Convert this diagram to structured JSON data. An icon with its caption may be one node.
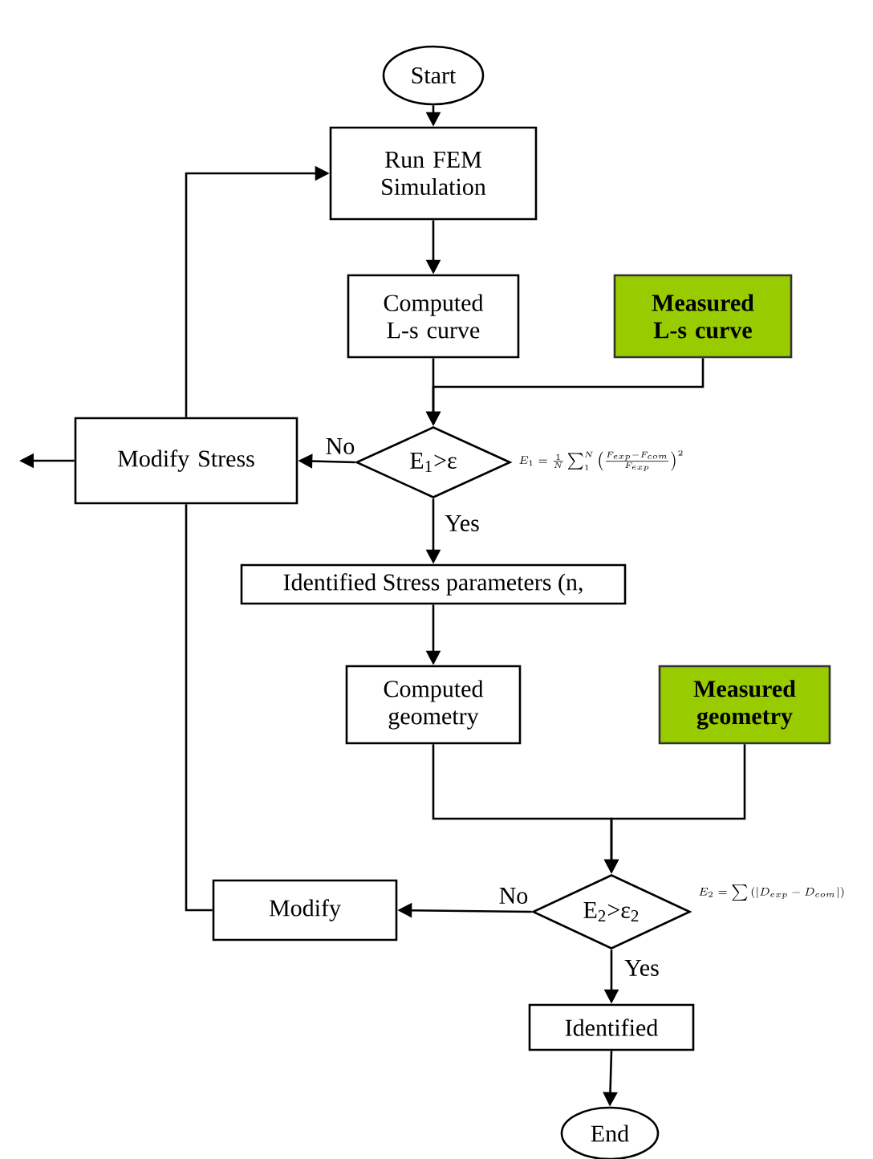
{
  "diagram": {
    "nodes": [
      {
        "text": [
          "Start"
        ]
      },
      {
        "text": [
          "Run FEM Simulation"
        ]
      },
      {
        "text": [
          "Computed L-s curve"
        ]
      },
      {
        "text": [
          "Measured L-s curve"
        ]
      },
      {
        "text": [
          "E$_{1}$>ε"
        ],
        "beside": [
          "E_1=\\frac{1}{N}\\sum_1^N\\left(\\frac{F_{exp}-F_{com}}{F_{exp}}\\right)^2"
        ]
      },
      {
        "text": [
          "Modify Stress"
        ]
      },
      {
        "text": [
          "Identified Stress parameters (n,"
        ]
      },
      {
        "text": [
          "Computed geometry"
        ]
      },
      {
        "text": [
          "Measured geometry"
        ]
      },
      {
        "text": [
          "E$_{2}$>ε$_{2}$"
        ],
        "beside": [
          "E_2=\\sum\\left(\\left|D_{exp}-D_{com}\\right|\\right)"
        ]
      },
      {
        "text": [
          "Modify"
        ]
      },
      {
        "text": [
          "Identified"
        ]
      },
      {
        "text": [
          "End"
        ]
      }
    ],
    "edges": [
      {
        "from": 0,
        "to": 1,
        "arrow": "to"
      },
      {
        "from": 1,
        "to": 2,
        "arrow": "to"
      },
      {
        "from": 2,
        "to": 4,
        "arrow": "to"
      },
      {
        "from": 3,
        "to": 4,
        "arrow": "to"
      },
      {
        "from": 4,
        "to": 5,
        "arrow": "to",
        "label": "No"
      },
      {
        "from": 5,
        "to": null,
        "arrow": "to"
      },
      {
        "from": 10,
        "to": 5,
        "arrow": "none"
      },
      {
        "from": 5,
        "to": 1,
        "arrow": "to"
      },
      {
        "from": 4,
        "to": 6,
        "arrow": "to",
        "label": "Yes"
      },
      {
        "from": 6,
        "to": 7,
        "arrow": "to"
      },
      {
        "from": 7,
        "to": 9,
        "arrow": "to"
      },
      {
        "from": 8,
        "to": 9,
        "arrow": "to"
      },
      {
        "from": 9,
        "to": 10,
        "arrow": "to",
        "label": "No"
      },
      {
        "from": 9,
        "to": 11,
        "arrow": "to",
        "label": "Yes"
      },
      {
        "from": 11,
        "to": 12,
        "arrow": "to"
      }
    ]
  }
}
